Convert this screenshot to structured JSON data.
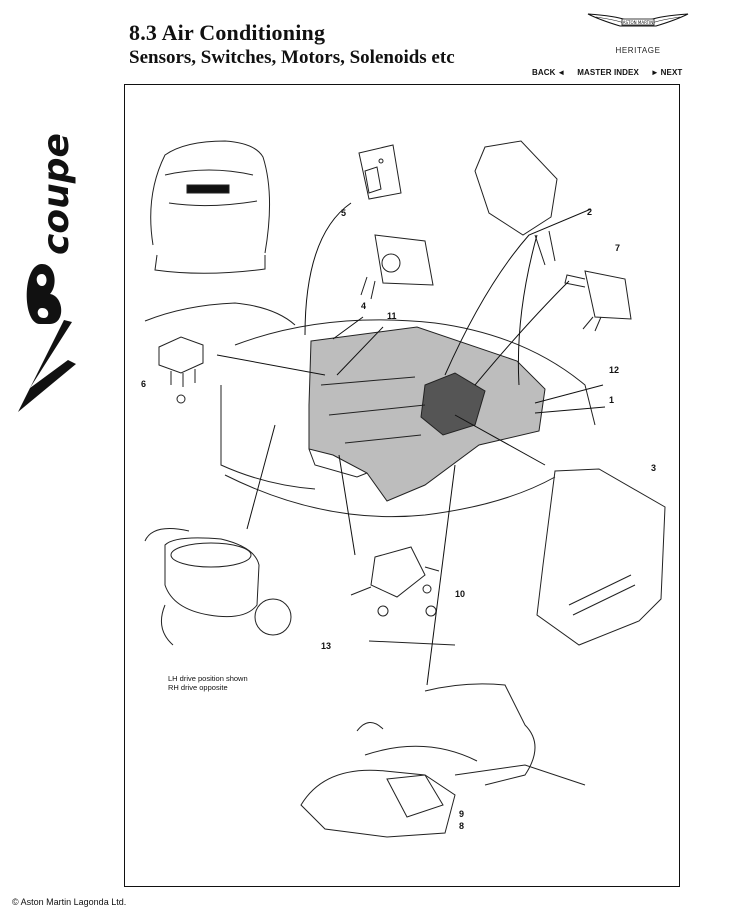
{
  "header": {
    "title": "8.3 Air Conditioning",
    "subtitle": "Sensors, Switches, Motors, Solenoids etc"
  },
  "brand": {
    "logo_text": "ASTON MARTIN",
    "heritage": "HERITAGE",
    "model_mark": "V8 Coupe"
  },
  "nav": {
    "back": "BACK",
    "master_index": "MASTER INDEX",
    "next": "NEXT"
  },
  "diagram": {
    "callouts": [
      "1",
      "2",
      "3",
      "4",
      "5",
      "6",
      "7",
      "8",
      "9",
      "10",
      "11",
      "12",
      "13"
    ],
    "note_line1": "LH drive position shown",
    "note_line2": "RH drive opposite"
  },
  "footer": {
    "copyright": "© Aston Martin Lagonda Ltd."
  }
}
